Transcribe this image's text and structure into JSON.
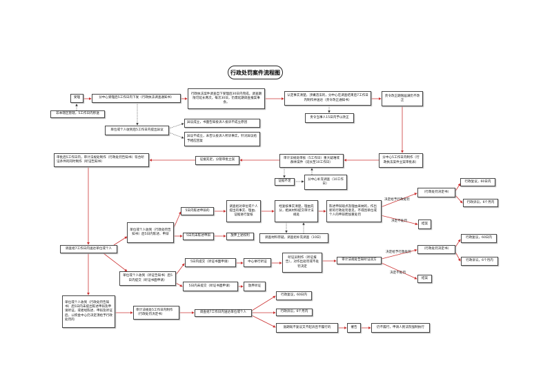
{
  "title": "行政处罚案件流程图",
  "nodes": {
    "accept": "受理",
    "issue_notice": "分中心受理后5工作日内下发（行政执法调查通知书）",
    "investigate": "行政执法案件调查自下受理后30日内完成，调查期限可延长两次，每次30日，仍需延期调查报案事会。",
    "transfer": "非本辖区管辖，5工作日内移送",
    "objection": "单位或个人收到后5工作日内提出异议",
    "objection_valid": "异议成立，书面告知投诉人投诉不成立原因",
    "objection_invalid": "异议不成立，未否认投诉人所诉事实，针对异议给予相应回复",
    "confirm_facts": "认定事实清楚，涉嫌违法的，分中心在调查结束后7工作日内制作并送达（责令改正通知书）",
    "order_correct": "责令当事人15日内予以改正",
    "not_corrected": "责令改正期限届满仍不改正",
    "filing_form": "分中心5工作日内制作（行政执法案件立案审批表）",
    "legal_review": "审计法规处审核（5工作日）重大疑难或群体案件（延长至10工作日）",
    "evidence_sufficient": "证据充足，分管审批立案",
    "make_notice": "审批后5工作日内，审计法规处制作（行政处罚告知书）符合听证条件的同时制作（听证告知书）",
    "evidence_insufficient": "证据不足",
    "supplement_investigation": "分中心补充调查（10工作日）",
    "deliver_7days": "调查组7工作日内送达单位或个人",
    "receive_notice": "单位或个人收到（行政处罚告知书）后5日内陈述、申辩",
    "defend_5days": "5日内陈述申辩的",
    "no_defend_5days": "5日内未陈述申辩",
    "waive_rights": "放弃上述权利",
    "review": "调查组对单位或个人提出的事实、理由、证据进行复核",
    "review_ok": "经复核事实清楚，理由充分，相关材料提交审计法规处",
    "adopt_defense": "陈述申辩观点及理由采纳的，作出新的行政处罚意见，不得因单位或个人的申辩而加重处罚",
    "doubtful_material": "调查材料存疑，调查组补充调查（10日）",
    "decision_doc_1": "（行政处罚决定书）",
    "reconsider_1": "行政复议，60日内",
    "litigation_1": "行政诉讼，6个月内",
    "close_1": "结案",
    "receive_hearing": "单位或个人收到（听证告知书）后5日内提交（听证书面申请）",
    "submit_hearing": "5日内提交（听证书面申请）",
    "no_submit_hearing": "5日内未提交（听证书面申请）",
    "hold_hearing": "中心举行听证",
    "waive_hearing": "放弃听证",
    "hearing_report": "听证员制作（听证报告），对作出处罚或不处罚决定",
    "inform_parties": "审计法规处告知听证双方",
    "decision_doc_2": "（行政处罚决定书）",
    "reconsider_2": "行政复议，60日内",
    "litigation_2": "行政诉讼，6个月内",
    "close_2": "结案",
    "final_decide": "单位或个人收到（行政处罚告知书）后5日内未提出陈述申辩及申请听证，或者经陈述、申辩及听证后，公积金中心仍决定须给予行政处罚的",
    "make_decision": "审计法规处5工作日内制作（行政处罚决定书）",
    "deliver_decision": "调查组7工作日内送达单位或个人",
    "reconsider_3": "行政复议，60日内",
    "litigation_3": "行政诉讼，6个月内",
    "overdue": "逾期既不复议又不起诉且不履行的",
    "urge": "催告",
    "enforce": "仍不履行，申请人民法院强制执行"
  },
  "edge_labels": {
    "punish_1": "决定给予行政处罚",
    "no_punish_1": "决定不处罚",
    "punish_2": "决定给予行政处罚",
    "no_punish_2": "决定不处罚"
  },
  "colors": {
    "arrow": "#cc3333",
    "dotted": "#333333"
  }
}
